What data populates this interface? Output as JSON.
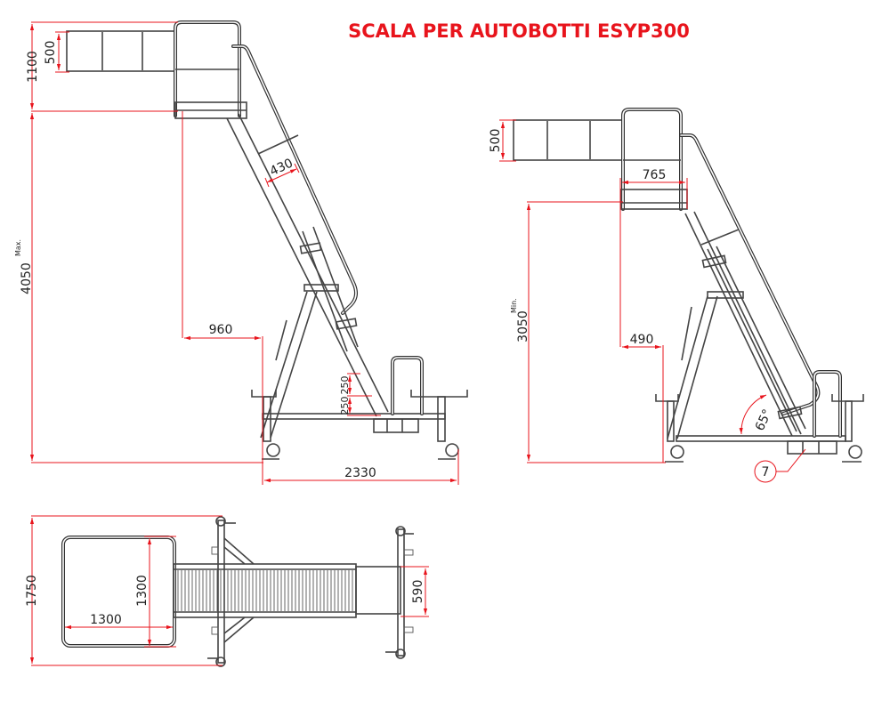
{
  "title": "SCALA PER AUTOBOTTI ESYP300",
  "colors": {
    "dimension": "#e8141c",
    "drawing": "#444444",
    "background": "#ffffff"
  },
  "side_view_max": {
    "dims": {
      "railing_height": "1100",
      "foldout_height": "500",
      "platform_height": "4050",
      "platform_height_note": "Max.",
      "overhang": "960",
      "rail_width": "430",
      "base_length": "2330",
      "step_1": "250",
      "step_2": "250"
    }
  },
  "side_view_min": {
    "dims": {
      "foldout_height": "500",
      "platform_depth": "765",
      "platform_height": "3050",
      "platform_height_note": "Min.",
      "overhang": "490",
      "angle": "65°",
      "callout": "7"
    }
  },
  "top_view": {
    "dims": {
      "total_width": "1750",
      "platform_length": "1300",
      "platform_width": "1300",
      "step_width": "590"
    }
  }
}
